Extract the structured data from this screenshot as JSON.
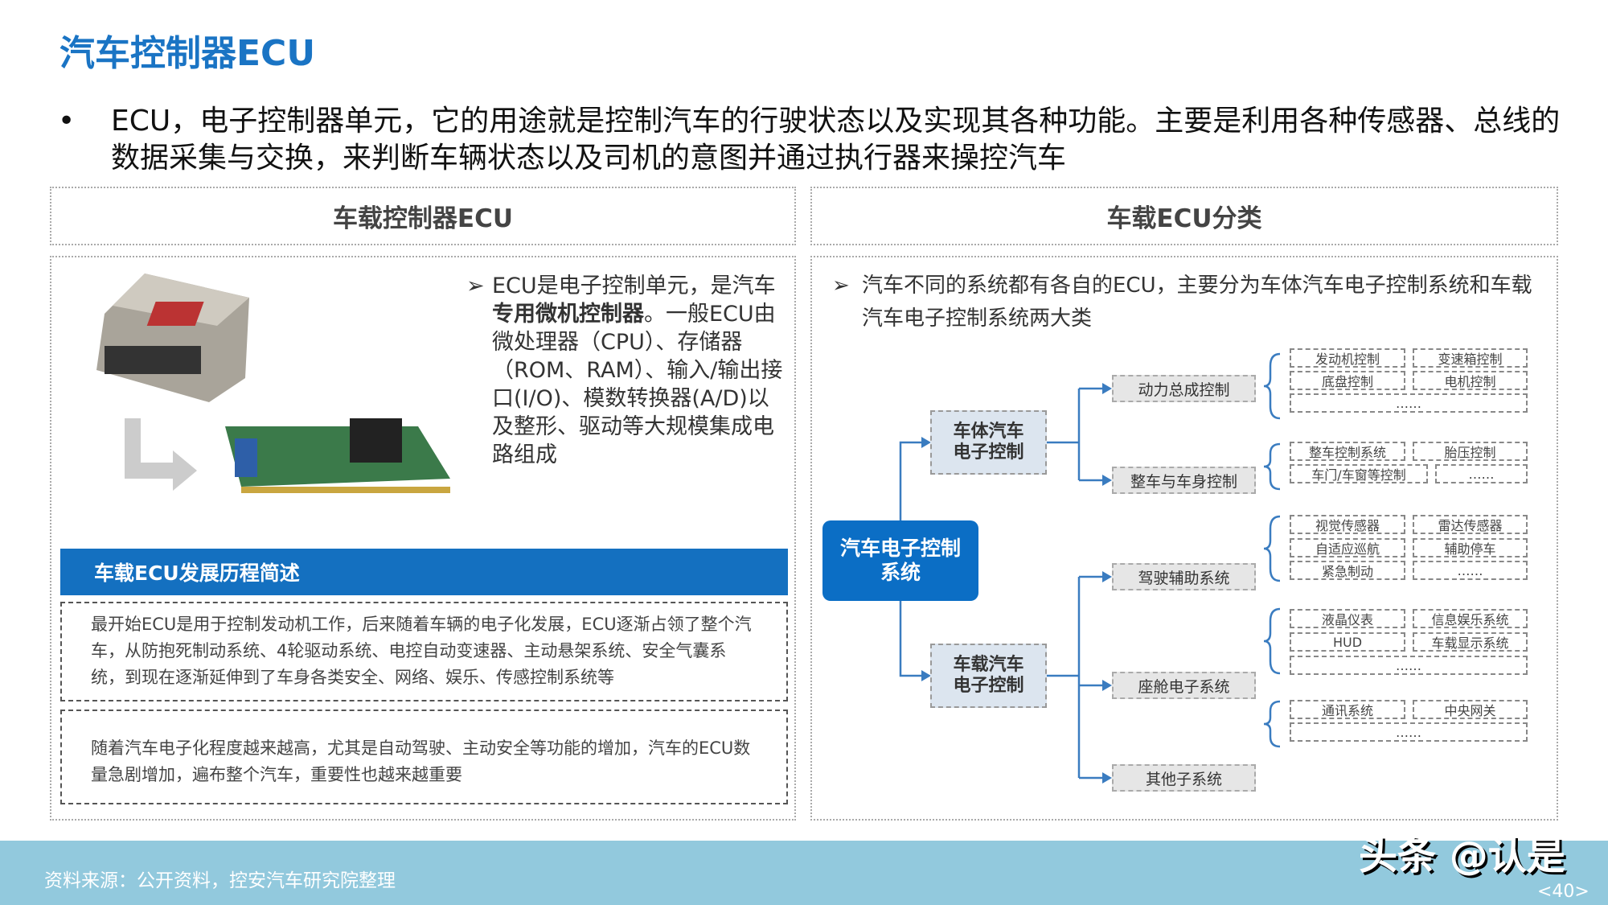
{
  "title": "汽车控制器ECU",
  "bullet": {
    "marker": "•",
    "text": "ECU，电子控制器单元，它的用途就是控制汽车的行驶状态以及实现其各种功能。主要是利用各种传感器、总线的数据采集与交换，来判断车辆状态以及司机的意图并通过执行器来操控汽车"
  },
  "left": {
    "header": "车载控制器ECU",
    "desc_marker": "➢",
    "desc_pre": "ECU是电子控制单元，是汽车",
    "desc_bold": "专用微机控制器",
    "desc_post": "。一般ECU由微处理器（CPU）、存储器（ROM、RAM）、输入/输出接口(I/O)、模数转换器(A/D)以及整形、驱动等大规模集成电路组成",
    "banner": "车载ECU发展历程简述",
    "history": [
      "最开始ECU是用于控制发动机工作，后来随着车辆的电子化发展，ECU逐渐占领了整个汽车，从防抱死制动系统、4轮驱动系统、电控自动变速器、主动悬架系统、安全气囊系统，到现在逐渐延伸到了车身各类安全、网络、娱乐、传感控制系统等",
      "随着汽车电子化程度越来越高，尤其是自动驾驶、主动安全等功能的增加，汽车的ECU数量急剧增加，遍布整个汽车，重要性也越来越重要"
    ]
  },
  "right": {
    "header": "车载ECU分类",
    "desc_marker": "➢",
    "desc": "汽车不同的系统都有各自的ECU，主要分为车体汽车电子控制系统和车载汽车电子控制系统两大类",
    "root": "汽车电子控制系统",
    "mid": [
      "车体汽车电子控制",
      "车载汽车电子控制"
    ],
    "groups": [
      {
        "name": "动力总成控制",
        "leaves": [
          "发动机控制",
          "变速箱控制",
          "底盘控制",
          "电机控制",
          "……"
        ]
      },
      {
        "name": "整车与车身控制",
        "leaves": [
          "整车控制系统",
          "胎压控制",
          "车门/车窗等控制",
          "……"
        ]
      },
      {
        "name": "驾驶辅助系统",
        "leaves": [
          "视觉传感器",
          "雷达传感器",
          "自适应巡航",
          "辅助停车",
          "紧急制动",
          "……"
        ]
      },
      {
        "name": "座舱电子系统",
        "leaves": [
          "液晶仪表",
          "信息娱乐系统",
          "HUD",
          "车载显示系统",
          "……"
        ]
      },
      {
        "name": "其他子系统",
        "leaves": [
          "通讯系统",
          "中央网关",
          "……"
        ]
      }
    ]
  },
  "footer": {
    "source": "资料来源：公开资料，控安汽车研究院整理",
    "watermark": "头条 @认是",
    "page": "<40>"
  },
  "colors": {
    "accent": "#1a74c4",
    "root": "#0b6ec5",
    "footer": "#92c9dd",
    "connector": "#3a7cc0"
  }
}
